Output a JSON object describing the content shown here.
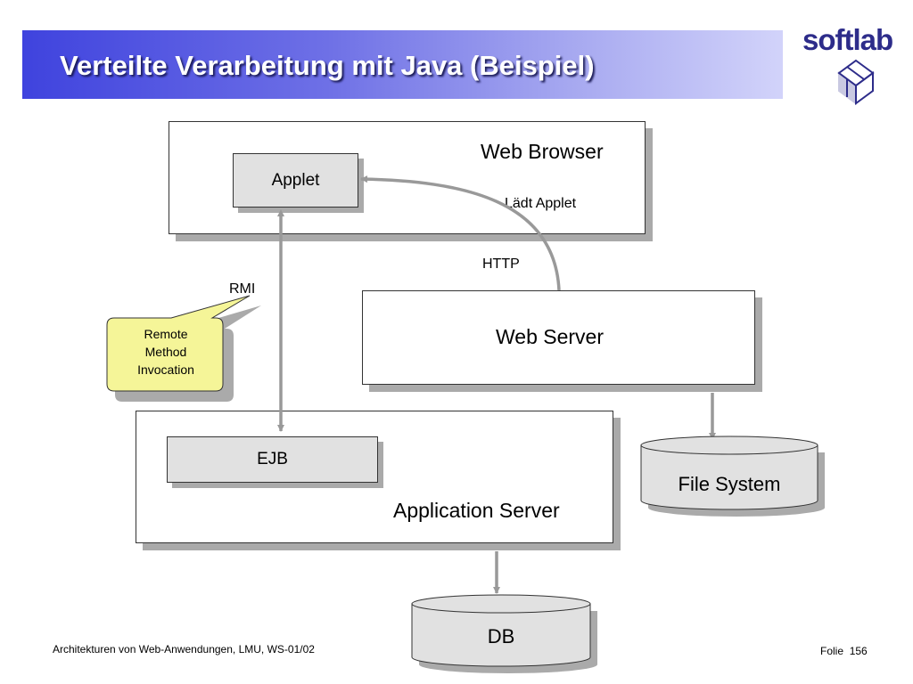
{
  "slide": {
    "title": "Verteilte Verarbeitung mit Java (Beispiel)",
    "logo_text": "softlab"
  },
  "diagram": {
    "web_browser": "Web Browser",
    "applet": "Applet",
    "laedt_applet": "Lädt Applet",
    "http": "HTTP",
    "rmi": "RMI",
    "callout_lines": [
      "Remote",
      "Method",
      "Invocation"
    ],
    "web_server": "Web Server",
    "application_server": "Application Server",
    "ejb": "EJB",
    "file_system": "File System",
    "db": "DB"
  },
  "footer": {
    "course": "Architekturen von Web-Anwendungen, LMU, WS-01/02",
    "folie_label": "Folie",
    "folie_number": "156"
  },
  "colors": {
    "title_gradient_start": "#3f43de",
    "title_gradient_end": "#d2d3fa",
    "callout_fill": "#f5f598",
    "arrow": "#999999",
    "shadow": "#aaaaaa",
    "logo": "#2d2c8a"
  }
}
